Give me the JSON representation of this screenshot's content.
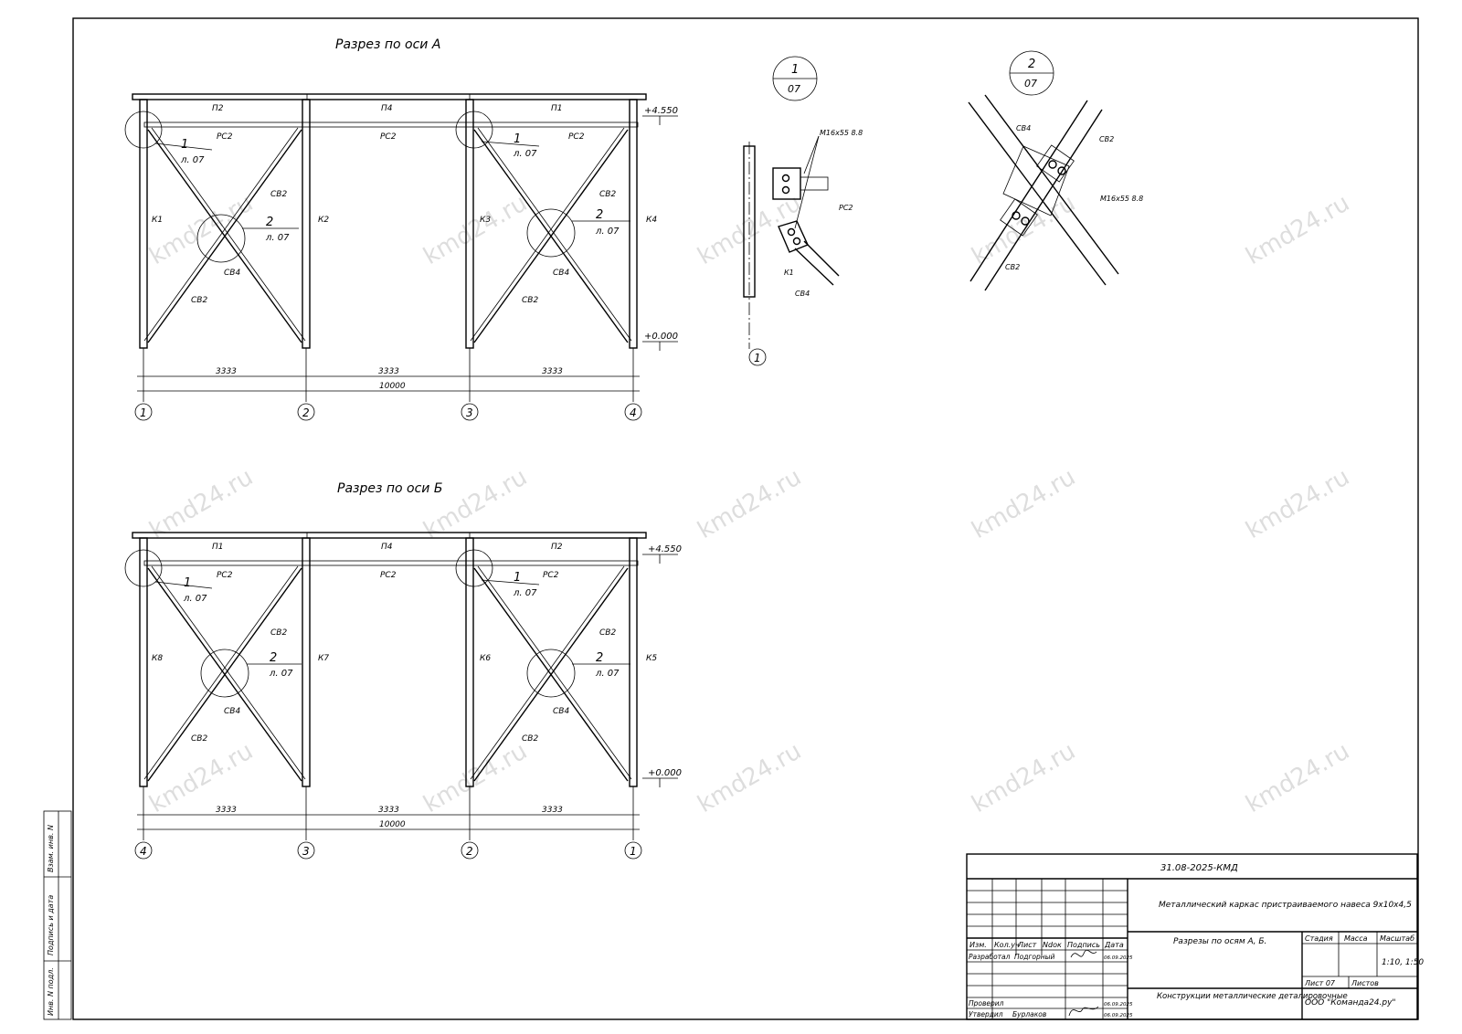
{
  "sections": [
    {
      "title": "Разрез по оси А",
      "beams": [
        "П2",
        "П4",
        "П1"
      ],
      "rods": "РС2",
      "columns": [
        "К1",
        "К2",
        "К3",
        "К4"
      ],
      "brace_upper": "СВ2",
      "brace_lower": "СВ2",
      "brace_center": "СВ4",
      "axes": [
        "1",
        "2",
        "3",
        "4"
      ],
      "spans": [
        "3333",
        "3333",
        "3333"
      ],
      "total": "10000",
      "level_top": "+4.550",
      "level_bottom": "+0.000"
    },
    {
      "title": "Разрез по оси Б",
      "beams": [
        "П1",
        "П4",
        "П2"
      ],
      "rods": "РС2",
      "columns": [
        "К8",
        "К7",
        "К6",
        "К5"
      ],
      "brace_upper": "СВ2",
      "brace_lower": "СВ2",
      "brace_center": "СВ4",
      "axes": [
        "4",
        "3",
        "2",
        "1"
      ],
      "spans": [
        "3333",
        "3333",
        "3333"
      ],
      "total": "10000",
      "level_top": "+4.550",
      "level_bottom": "+0.000"
    }
  ],
  "callouts": {
    "node1": "1",
    "node2": "2",
    "sheet_ref": "л. 07"
  },
  "detail1": {
    "num": "1",
    "sheet": "07",
    "bolt": "M16x55 8.8",
    "rod": "РС2",
    "column": "К1",
    "brace": "СВ4",
    "axis": "1"
  },
  "detail2": {
    "num": "2",
    "sheet": "07",
    "brace_a": "СВ4",
    "brace_b": "СВ2",
    "brace_c": "СВ2",
    "bolt": "M16x55 8.8"
  },
  "side_stamp": [
    "Взам. инв. N",
    "Подпись и дата",
    "Инв. N подл."
  ],
  "title_block": {
    "code": "31.08-2025-КМД",
    "object": "Металлический каркас пристраиваемого навеса 9х10х4,5",
    "sheet_name": "Разрезы по осям А, Б.",
    "doc_name": "Конструкции металлические деталировочные",
    "company": "ООО \"Команда24.ру\"",
    "head": [
      "Изм.",
      "Кол.уч",
      "Лист",
      "Ndoк",
      "Подпись",
      "Дата"
    ],
    "developed": "Разработал",
    "developer": "Подгорный",
    "dev_date": "06.09.2025",
    "checked": "Проверил",
    "approved": "Утвердил",
    "approver": "Бурлаков",
    "appr_date": "06.09.2025",
    "stage_label": "Стадия",
    "mass_label": "Масса",
    "scale_label": "Масштаб",
    "scale": "1:10, 1:50",
    "sheet_label": "Лист 07",
    "sheets_label": "Листов"
  },
  "watermark": "kmd24.ru"
}
